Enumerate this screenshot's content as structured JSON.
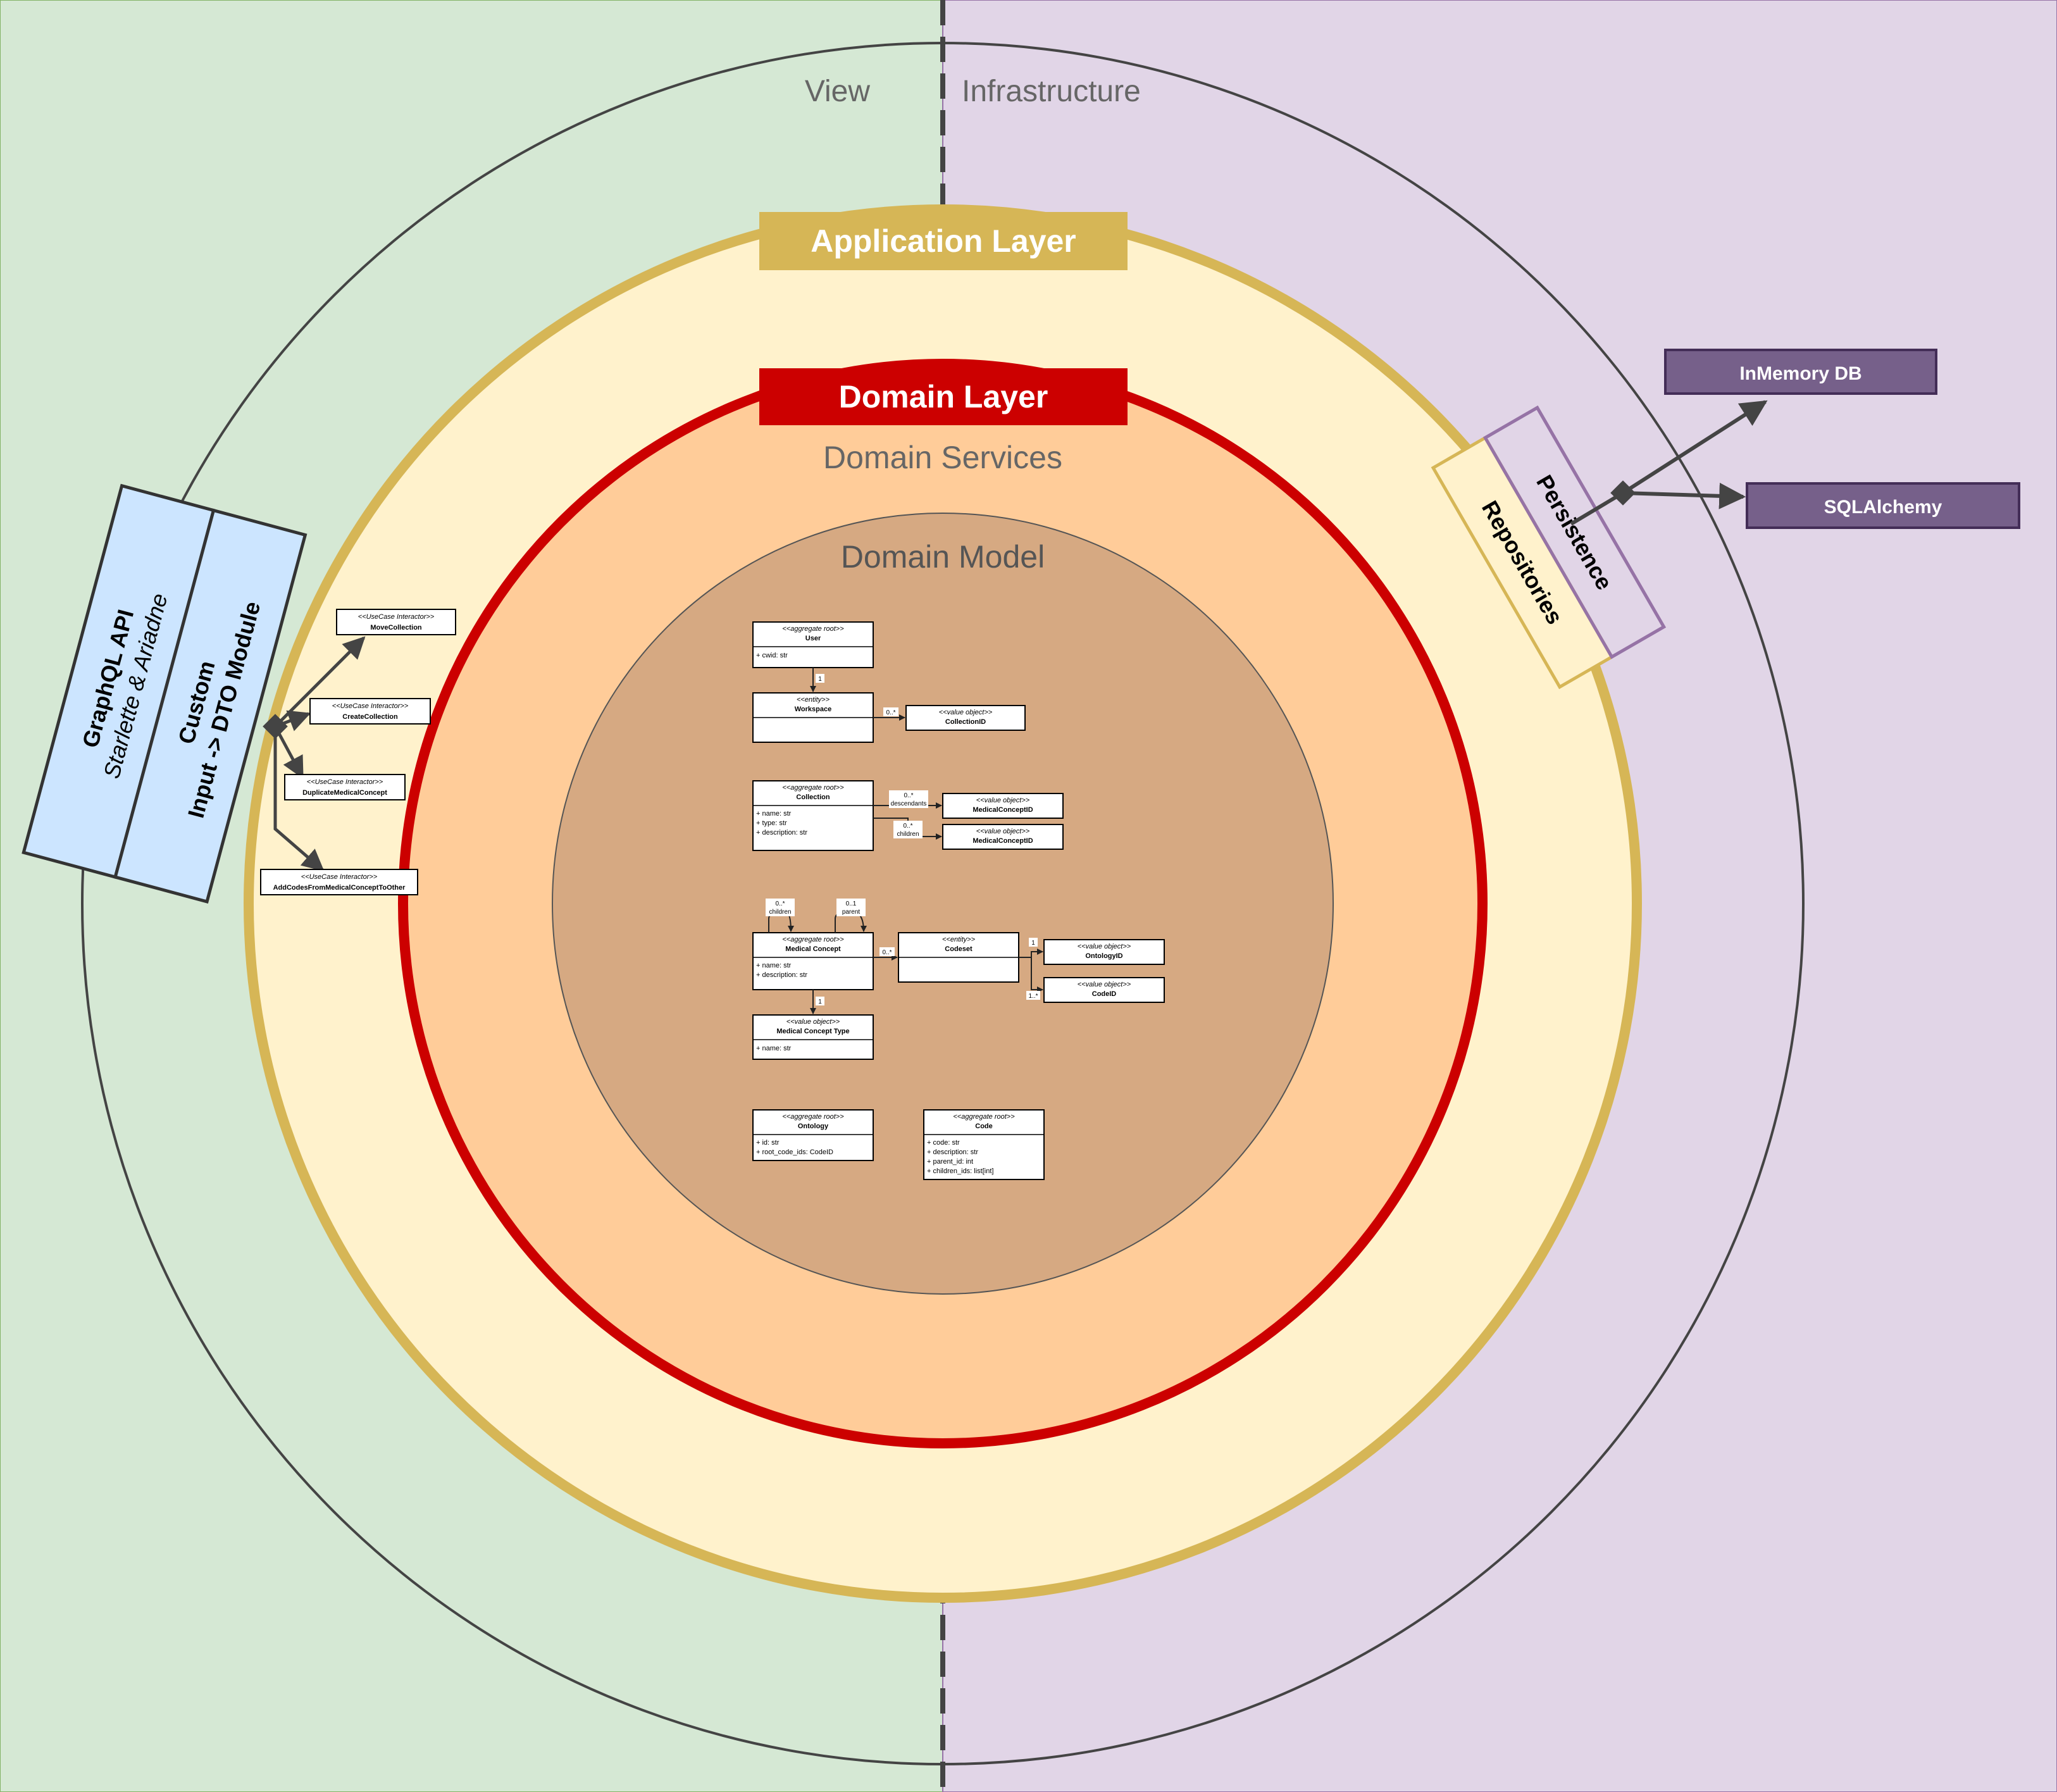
{
  "regions": {
    "view": "View",
    "infrastructure": "Infrastructure"
  },
  "layers": {
    "application": "Application Layer",
    "domain": "Domain Layer",
    "domain_services": "Domain Services",
    "domain_model": "Domain Model"
  },
  "api": {
    "title": "GraphQL API",
    "subtitle": "Starlette & Ariadne",
    "dto_line1": "Custom",
    "dto_line2": "Input -> DTO Module"
  },
  "interactors": [
    {
      "stereotype": "<<UseCase Interactor>>",
      "name": "MoveCollection"
    },
    {
      "stereotype": "<<UseCase Interactor>>",
      "name": "CreateCollection"
    },
    {
      "stereotype": "<<UseCase Interactor>>",
      "name": "DuplicateMedicalConcept"
    },
    {
      "stereotype": "<<UseCase Interactor>>",
      "name": "AddCodesFromMedicalConceptToOther"
    }
  ],
  "persistence": {
    "outer": "Persistence",
    "inner": "Repositories"
  },
  "databases": {
    "inmemory": "InMemory DB",
    "sqlalchemy": "SQLAlchemy"
  },
  "classes": {
    "user": {
      "stereotype": "<<aggregate root>>",
      "name": "User",
      "attrs": [
        "+ cwid: str"
      ]
    },
    "workspace": {
      "stereotype": "<<entity>>",
      "name": "Workspace",
      "attrs": []
    },
    "collection_id": {
      "stereotype": "<<value object>>",
      "name": "CollectionID"
    },
    "collection": {
      "stereotype": "<<aggregate root>>",
      "name": "Collection",
      "attrs": [
        "+ name: str",
        "+ type: str",
        "+ description: str"
      ]
    },
    "mc_id_descendants": {
      "stereotype": "<<value object>>",
      "name": "MedicalConceptID"
    },
    "mc_id_children": {
      "stereotype": "<<value object>>",
      "name": "MedicalConceptID"
    },
    "medical_concept": {
      "stereotype": "<<aggregate root>>",
      "name": "Medical Concept",
      "attrs": [
        "+ name: str",
        "+ description: str"
      ]
    },
    "codeset": {
      "stereotype": "<<entity>>",
      "name": "Codeset",
      "attrs": []
    },
    "ontology_id": {
      "stereotype": "<<value object>>",
      "name": "OntologyID"
    },
    "code_id": {
      "stereotype": "<<value object>>",
      "name": "CodeID"
    },
    "mc_type": {
      "stereotype": "<<value object>>",
      "name": "Medical Concept Type",
      "attrs": [
        "+ name: str"
      ]
    },
    "ontology": {
      "stereotype": "<<aggregate root>>",
      "name": "Ontology",
      "attrs": [
        "+ id: str",
        "+ root_code_ids: CodeID"
      ]
    },
    "code": {
      "stereotype": "<<aggregate root>>",
      "name": "Code",
      "attrs": [
        "+ code: str",
        "+ description: str",
        "+ parent_id: int",
        "+ children_ids: list[int]"
      ]
    }
  },
  "multiplicities": {
    "user_workspace": "1",
    "workspace_collectionid": "0..*",
    "desc_mult": "0..*",
    "desc_role": "descendants",
    "child_mult": "0..*",
    "child_role": "children",
    "mc_children_mult": "0..*",
    "mc_children_role": "children",
    "mc_parent_mult": "0..1",
    "mc_parent_role": "parent",
    "mc_codeset": "0..*",
    "mc_type": "1",
    "codeset_ontology": "1",
    "codeset_code": "1..*"
  },
  "colors": {
    "view_bg": "#d5e8d4",
    "infra_bg": "#e1d5e7",
    "app_fill": "#fff2cc",
    "app_border": "#d6b656",
    "domain_border": "#cc0000",
    "services_fill": "#ffcc99",
    "model_fill": "#d6a982",
    "api_fill": "#cce5ff",
    "db_fill": "#76608a"
  }
}
